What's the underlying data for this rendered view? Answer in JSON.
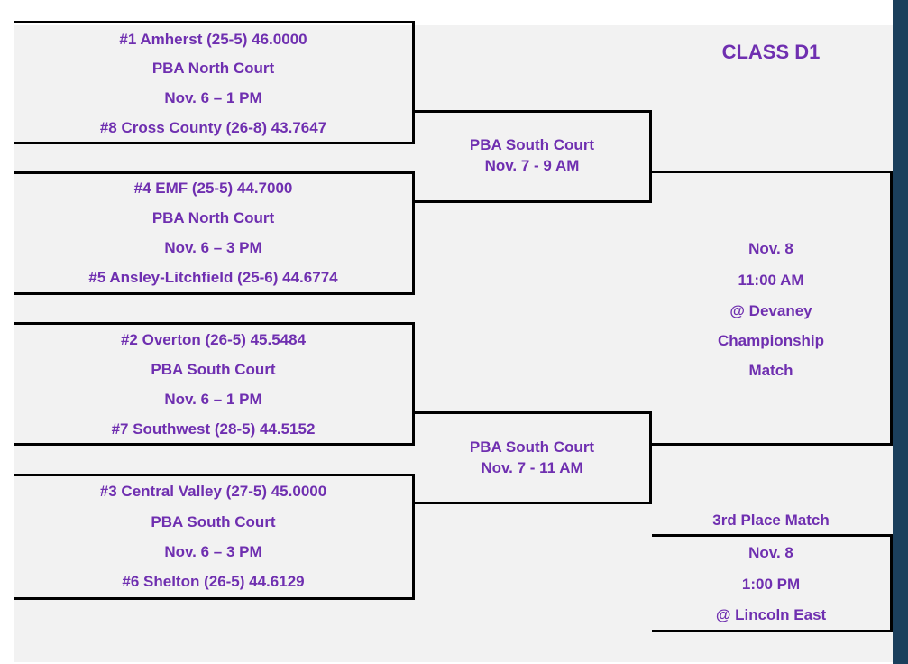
{
  "title": "CLASS D1",
  "colors": {
    "text": "#6f2fb0",
    "line": "#000000",
    "panel": "#f2f2f2",
    "edge": "#1b3f5c"
  },
  "quarterfinals": [
    {
      "top_team": "#1 Amherst (25-5) 46.0000",
      "court": "PBA North Court",
      "time": "Nov. 6 – 1 PM",
      "bottom_team": "#8 Cross County (26-8) 43.7647"
    },
    {
      "top_team": "#4 EMF (25-5) 44.7000",
      "court": "PBA North Court",
      "time": "Nov. 6 – 3 PM",
      "bottom_team": "#5 Ansley-Litchfield (25-6) 44.6774"
    },
    {
      "top_team": "#2 Overton (26-5) 45.5484",
      "court": "PBA South Court",
      "time": "Nov. 6 – 1 PM",
      "bottom_team": "#7 Southwest (28-5) 44.5152"
    },
    {
      "top_team": "#3 Central Valley (27-5) 45.0000",
      "court": "PBA South Court",
      "time": "Nov. 6 – 3 PM",
      "bottom_team": "#6 Shelton (26-5) 44.6129"
    }
  ],
  "semifinals": [
    {
      "court": "PBA South Court",
      "time": "Nov. 7 - 9 AM"
    },
    {
      "court": "PBA South Court",
      "time": "Nov. 7 - 11 AM"
    }
  ],
  "championship": {
    "date": "Nov. 8",
    "time": "11:00 AM",
    "venue": "@ Devaney",
    "label_line1": "Championship",
    "label_line2": "Match"
  },
  "third_place": {
    "label": "3rd Place Match",
    "date": "Nov. 8",
    "time": "1:00 PM",
    "venue": "@ Lincoln East"
  }
}
